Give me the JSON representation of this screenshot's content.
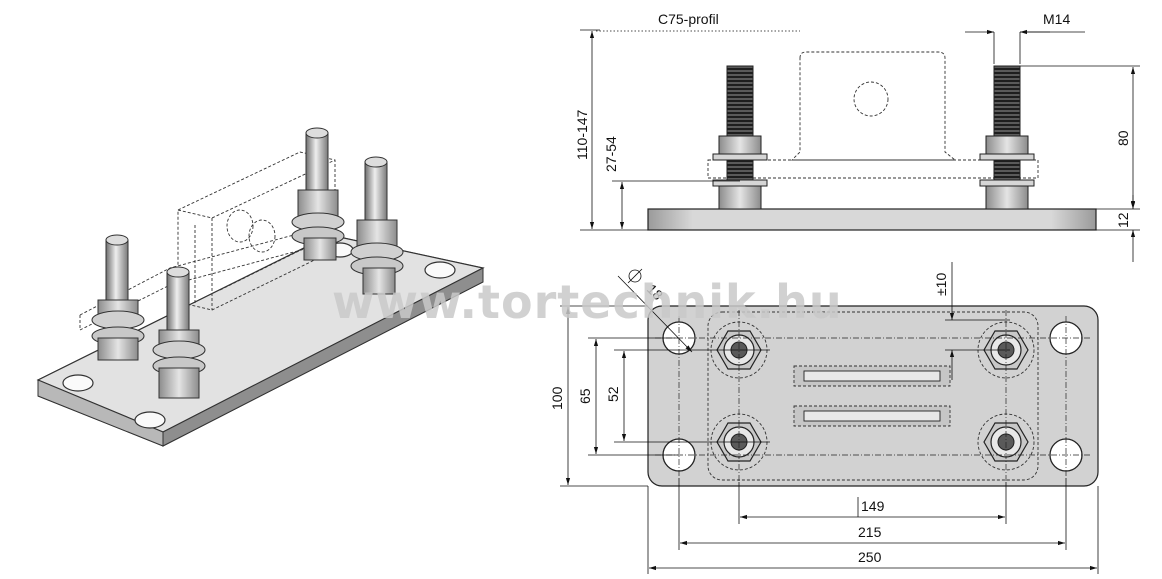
{
  "watermark": "www.tortechnik.hu",
  "side_view": {
    "profile_label": "C75-profil",
    "thread_label": "M14",
    "total_height_label": "110-147",
    "adjust_label": "27-54",
    "height_80_label": "80",
    "plate_thickness_label": "12"
  },
  "top_view": {
    "hole_label": "18",
    "tolerance_label": "±10",
    "width_100_label": "100",
    "width_65_label": "65",
    "width_52_label": "52",
    "length_149_label": "149",
    "length_215_label": "215",
    "length_250_label": "250"
  },
  "colors": {
    "plate": "#d2d2d2",
    "plate_edge": "#8a8a8a",
    "thread": "#3a3a3a",
    "nut": "#c4c4c4",
    "line": "#111111"
  }
}
